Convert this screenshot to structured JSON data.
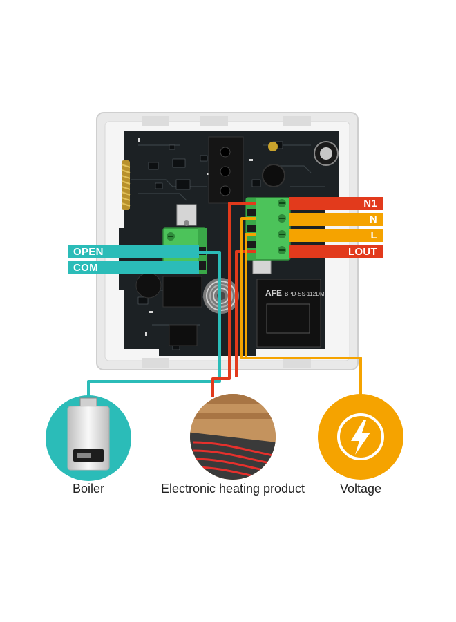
{
  "colors": {
    "teal": "#2bbcb8",
    "red": "#e23a1c",
    "orange": "#f5a300",
    "terminal_green": "#4cc35a",
    "pcb": "#1c2124",
    "housing": "#e9e9e9"
  },
  "terminals_right": [
    {
      "label": "N1",
      "color": "#e23a1c"
    },
    {
      "label": "N",
      "color": "#f5a300"
    },
    {
      "label": "L",
      "color": "#f5a300"
    },
    {
      "label": "LOUT",
      "color": "#e23a1c"
    }
  ],
  "terminals_left": [
    {
      "label": "OPEN",
      "color": "#2bbcb8"
    },
    {
      "label": "COM",
      "color": "#2bbcb8"
    }
  ],
  "devices": [
    {
      "label": "Boiler",
      "icon": "boiler-icon"
    },
    {
      "label": "Electronic heating product",
      "icon": "heating-floor-icon"
    },
    {
      "label": "Voltage",
      "icon": "lightning-bolt-icon"
    }
  ],
  "relay_text": {
    "brand": "AFE",
    "model": "BPD-SS-112DM"
  }
}
